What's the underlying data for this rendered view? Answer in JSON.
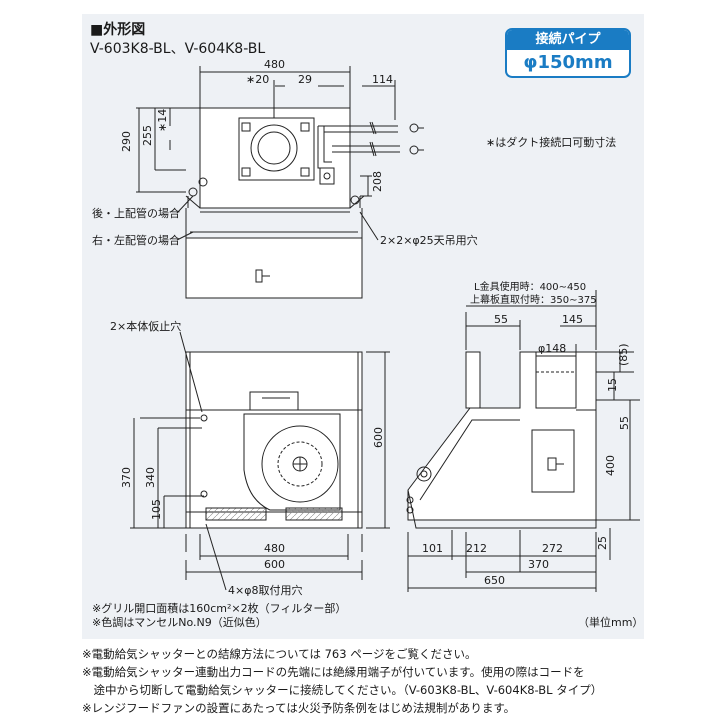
{
  "header": {
    "title": "■外形図",
    "model": "V-603K8-BL、V-604K8-BL"
  },
  "pipe_badge": {
    "label": "接続パイプ",
    "value": "φ150mm"
  },
  "top_view": {
    "dim_480": "480",
    "dim_20": "∗20",
    "dim_29": "29",
    "dim_114": "114",
    "dim_290": "290",
    "dim_255": "255",
    "dim_14": "∗14",
    "dim_208": "208",
    "label_rear_top": "後・上配管の場合",
    "label_right_left": "右・左配管の場合",
    "label_hanging_holes": "2×2×φ25天吊用穴",
    "note_adjustable": "∗はダクト接続口可動寸法"
  },
  "front_view": {
    "label_temp_holes": "2×本体仮止穴",
    "dim_600_height": "600",
    "dim_370": "370",
    "dim_340": "340",
    "dim_105": "105",
    "dim_480": "480",
    "dim_600_width": "600",
    "label_mount_holes": "4×φ8取付用穴"
  },
  "side_view": {
    "label_bracket": "L金具使用時：400∼450",
    "label_ceiling": "上幕板直取付時：350∼375",
    "dim_55_top": "55",
    "dim_145": "145",
    "dim_148": "φ148",
    "dim_85": "(85)",
    "dim_15": "15",
    "dim_55_right": "55",
    "dim_400": "400",
    "dim_101": "101",
    "dim_212": "212",
    "dim_272": "272",
    "dim_25": "25",
    "dim_370": "370",
    "dim_650": "650"
  },
  "panel_notes": {
    "grille": "※グリル開口面積は160cm²×2枚（フィルター部）",
    "color": "※色調はマンセルNo.N9（近似色）",
    "unit": "（単位mm）"
  },
  "bottom_notes": [
    "※電動給気シャッターとの結線方法については 763 ページをご覧ください。",
    "※電動給気シャッター連動出力コードの先端には絶縁用端子が付いています。使用の際はコードを",
    "　途中から切断して電動給気シャッターに接続してください。（V-603K8-BL、V-604K8-BL タイプ）",
    "※レンジフードファンの設置にあたっては火災予防条例をはじめ法規制があります。"
  ],
  "colors": {
    "accent": "#1a7cc4",
    "panel": "#eef1f5",
    "line": "#222222"
  }
}
